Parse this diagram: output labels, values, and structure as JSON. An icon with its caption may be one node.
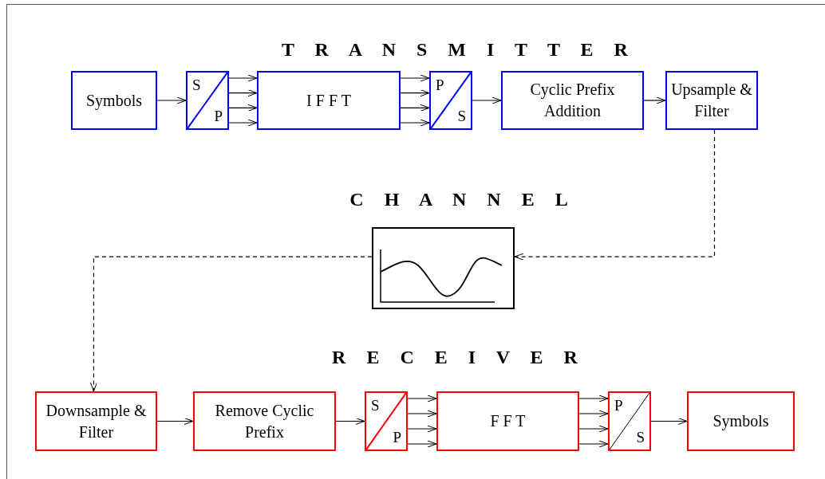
{
  "diagram": {
    "nodes": [
      {
        "text": [
          "Symbols"
        ]
      },
      {
        "text": [
          "S",
          "P"
        ]
      },
      {
        "text": [
          "I F F T"
        ]
      },
      {
        "text": [
          "P",
          "S"
        ]
      },
      {
        "text": [
          "Cyclic Prefix Addition"
        ]
      },
      {
        "text": [
          "Upsample & Filter"
        ]
      },
      {
        "text": [],
        "shape": "picture"
      },
      {
        "text": [
          "Downsample & Filter"
        ]
      },
      {
        "text": [
          "Remove Cyclic Prefix"
        ]
      },
      {
        "text": [
          "S",
          "P"
        ]
      },
      {
        "text": [
          "F F T"
        ]
      },
      {
        "text": [
          "P",
          "S"
        ]
      },
      {
        "text": [
          "Symbols"
        ]
      }
    ],
    "edges": [
      {
        "from": 0,
        "to": 1,
        "arrow": "to"
      },
      {
        "from": 1,
        "to": 2,
        "arrow": "to"
      },
      {
        "from": 1,
        "to": 2,
        "arrow": "to"
      },
      {
        "from": 1,
        "to": 2,
        "arrow": "to"
      },
      {
        "from": 1,
        "to": 2,
        "arrow": "to"
      },
      {
        "from": 2,
        "to": 3,
        "arrow": "to"
      },
      {
        "from": 2,
        "to": 3,
        "arrow": "to"
      },
      {
        "from": 2,
        "to": 3,
        "arrow": "to"
      },
      {
        "from": 2,
        "to": 3,
        "arrow": "to"
      },
      {
        "from": 3,
        "to": 4,
        "arrow": "to"
      },
      {
        "from": 4,
        "to": 5,
        "arrow": "to"
      },
      {
        "from": 5,
        "to": 6,
        "arrow": "to",
        "style": "dashed"
      },
      {
        "from": 6,
        "to": 7,
        "arrow": "to",
        "style": "dashed"
      },
      {
        "from": 7,
        "to": 8,
        "arrow": "to"
      },
      {
        "from": 8,
        "to": 9,
        "arrow": "to"
      },
      {
        "from": 9,
        "to": 10,
        "arrow": "to"
      },
      {
        "from": 9,
        "to": 10,
        "arrow": "to"
      },
      {
        "from": 9,
        "to": 10,
        "arrow": "to"
      },
      {
        "from": 9,
        "to": 10,
        "arrow": "to"
      },
      {
        "from": 10,
        "to": 11,
        "arrow": "to"
      },
      {
        "from": 10,
        "to": 11,
        "arrow": "to"
      },
      {
        "from": 10,
        "to": 11,
        "arrow": "to"
      },
      {
        "from": 10,
        "to": 11,
        "arrow": "to"
      },
      {
        "from": 11,
        "to": 12,
        "arrow": "to"
      }
    ],
    "labels": [
      "T R A N S M I T T E R",
      "C H A N N E L",
      "R E C E I V E R"
    ]
  }
}
